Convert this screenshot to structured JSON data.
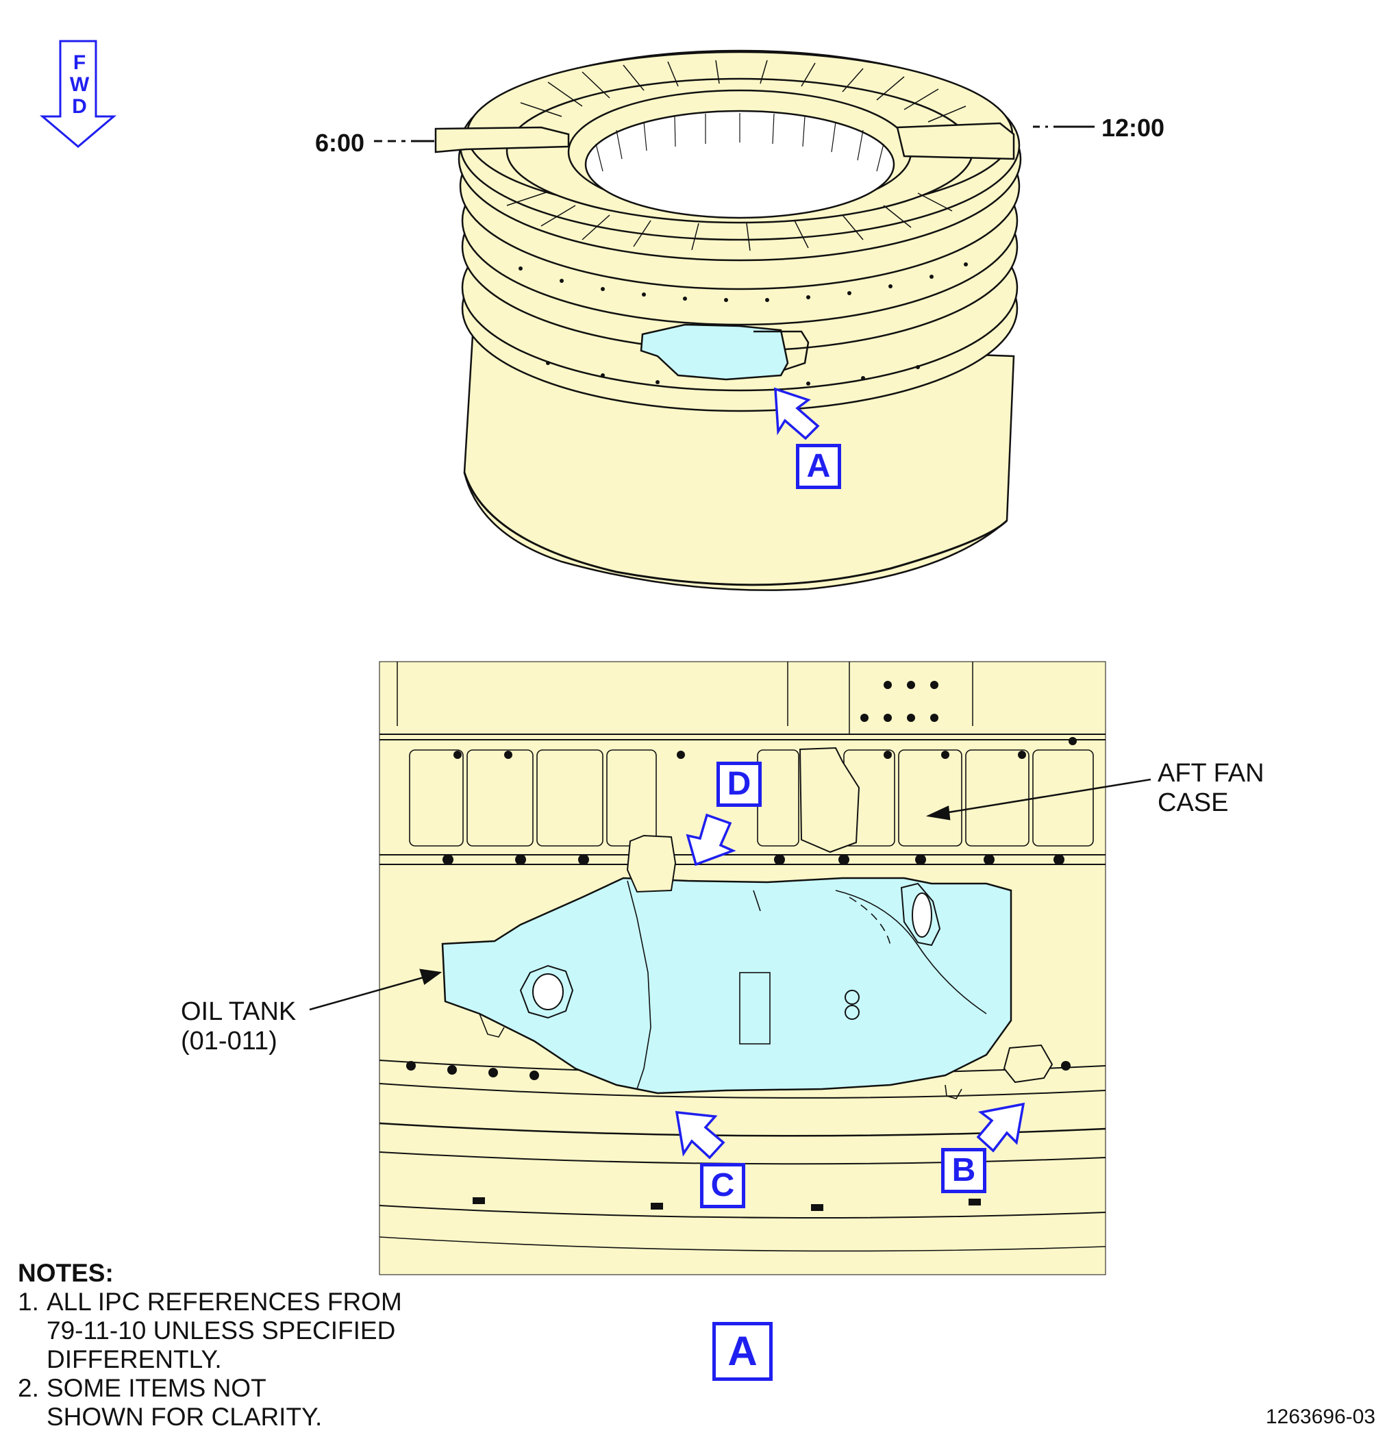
{
  "orientation": {
    "fwd_letters": [
      "F",
      "W",
      "D"
    ]
  },
  "clock_positions": {
    "left": "6:00",
    "right": "12:00"
  },
  "views": {
    "upper_ref": "A",
    "detail_title": "A",
    "detail_refs": [
      "D",
      "C",
      "B"
    ]
  },
  "callouts": {
    "aft_fan_case": [
      "AFT FAN",
      "CASE"
    ],
    "oil_tank": [
      "OIL TANK",
      "(01-011)"
    ]
  },
  "notes": {
    "title": "NOTES:",
    "items": [
      {
        "num": "1.",
        "lines": [
          "ALL IPC REFERENCES FROM",
          "79-11-10 UNLESS SPECIFIED",
          "DIFFERENTLY."
        ]
      },
      {
        "num": "2.",
        "lines": [
          "SOME ITEMS NOT",
          "SHOWN FOR CLARITY."
        ]
      }
    ]
  },
  "figure_number": "1263696-03",
  "colors": {
    "case_fill": "#fbf7c8",
    "tank_fill": "#c8f8fa",
    "callout_blue": "#1f1ff0",
    "line": "#111111"
  }
}
